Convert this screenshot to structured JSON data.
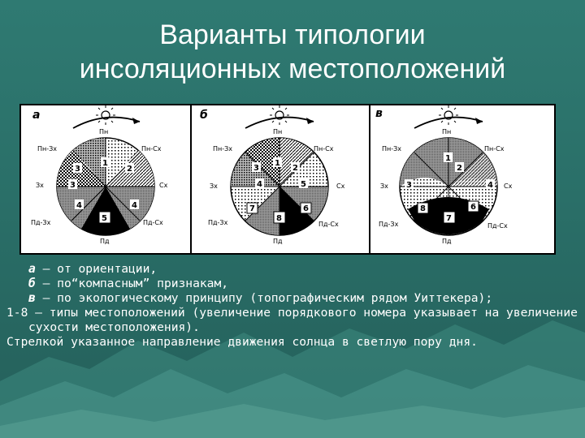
{
  "title": {
    "line1": "Варианты типологии",
    "line2": "инсоляционных местоположений"
  },
  "panels": [
    {
      "letter": "а",
      "directions": {
        "n": "Пн",
        "nw": "Пн-Зх",
        "ne": "Пн-Сх",
        "w": "Зх",
        "e": "Сх",
        "sw": "Пд-Зх",
        "se": "Пд-Сх",
        "s": "Пд"
      },
      "numbers": [
        "1",
        "2",
        "3",
        "3",
        "4",
        "4",
        "5"
      ]
    },
    {
      "letter": "б",
      "directions": {
        "n": "Пн",
        "nw": "Пн-Зх",
        "ne": "Пн-Сх",
        "w": "Зх",
        "e": "Сх",
        "sw": "Пд-Зх",
        "se": "Пд-Сх",
        "s": "Пд"
      },
      "numbers": [
        "1",
        "2",
        "3",
        "4",
        "5",
        "6",
        "7",
        "8"
      ]
    },
    {
      "letter": "в",
      "directions": {
        "n": "Пн",
        "nw": "Пн-Зх",
        "ne": "Пн-Сх",
        "w": "Зх",
        "e": "Сх",
        "sw": "Пд-Зх",
        "se": "Пд-Сх",
        "s": "Пд"
      },
      "numbers": [
        "1",
        "2",
        "3",
        "4",
        "6",
        "8",
        "7"
      ]
    }
  ],
  "caption": {
    "a_letter": "а",
    "a_text": " – от  ориентации,",
    "b_letter": "б",
    "b_text": " – по“компасным” признакам,",
    "c_letter": "в",
    "c_text": " – по экологическому принципу (топографическим рядом Уиттекера);",
    "types_text": "1-8 – типы местоположений (увеличение порядкового номера указывает на увеличение сухости местоположения).",
    "arrow_text": "Стрелкой указанное направление движения солнца в светлую пору дня."
  },
  "colors": {
    "background": "#2a6f68",
    "text": "#ffffff",
    "figure_bg": "#ffffff"
  }
}
